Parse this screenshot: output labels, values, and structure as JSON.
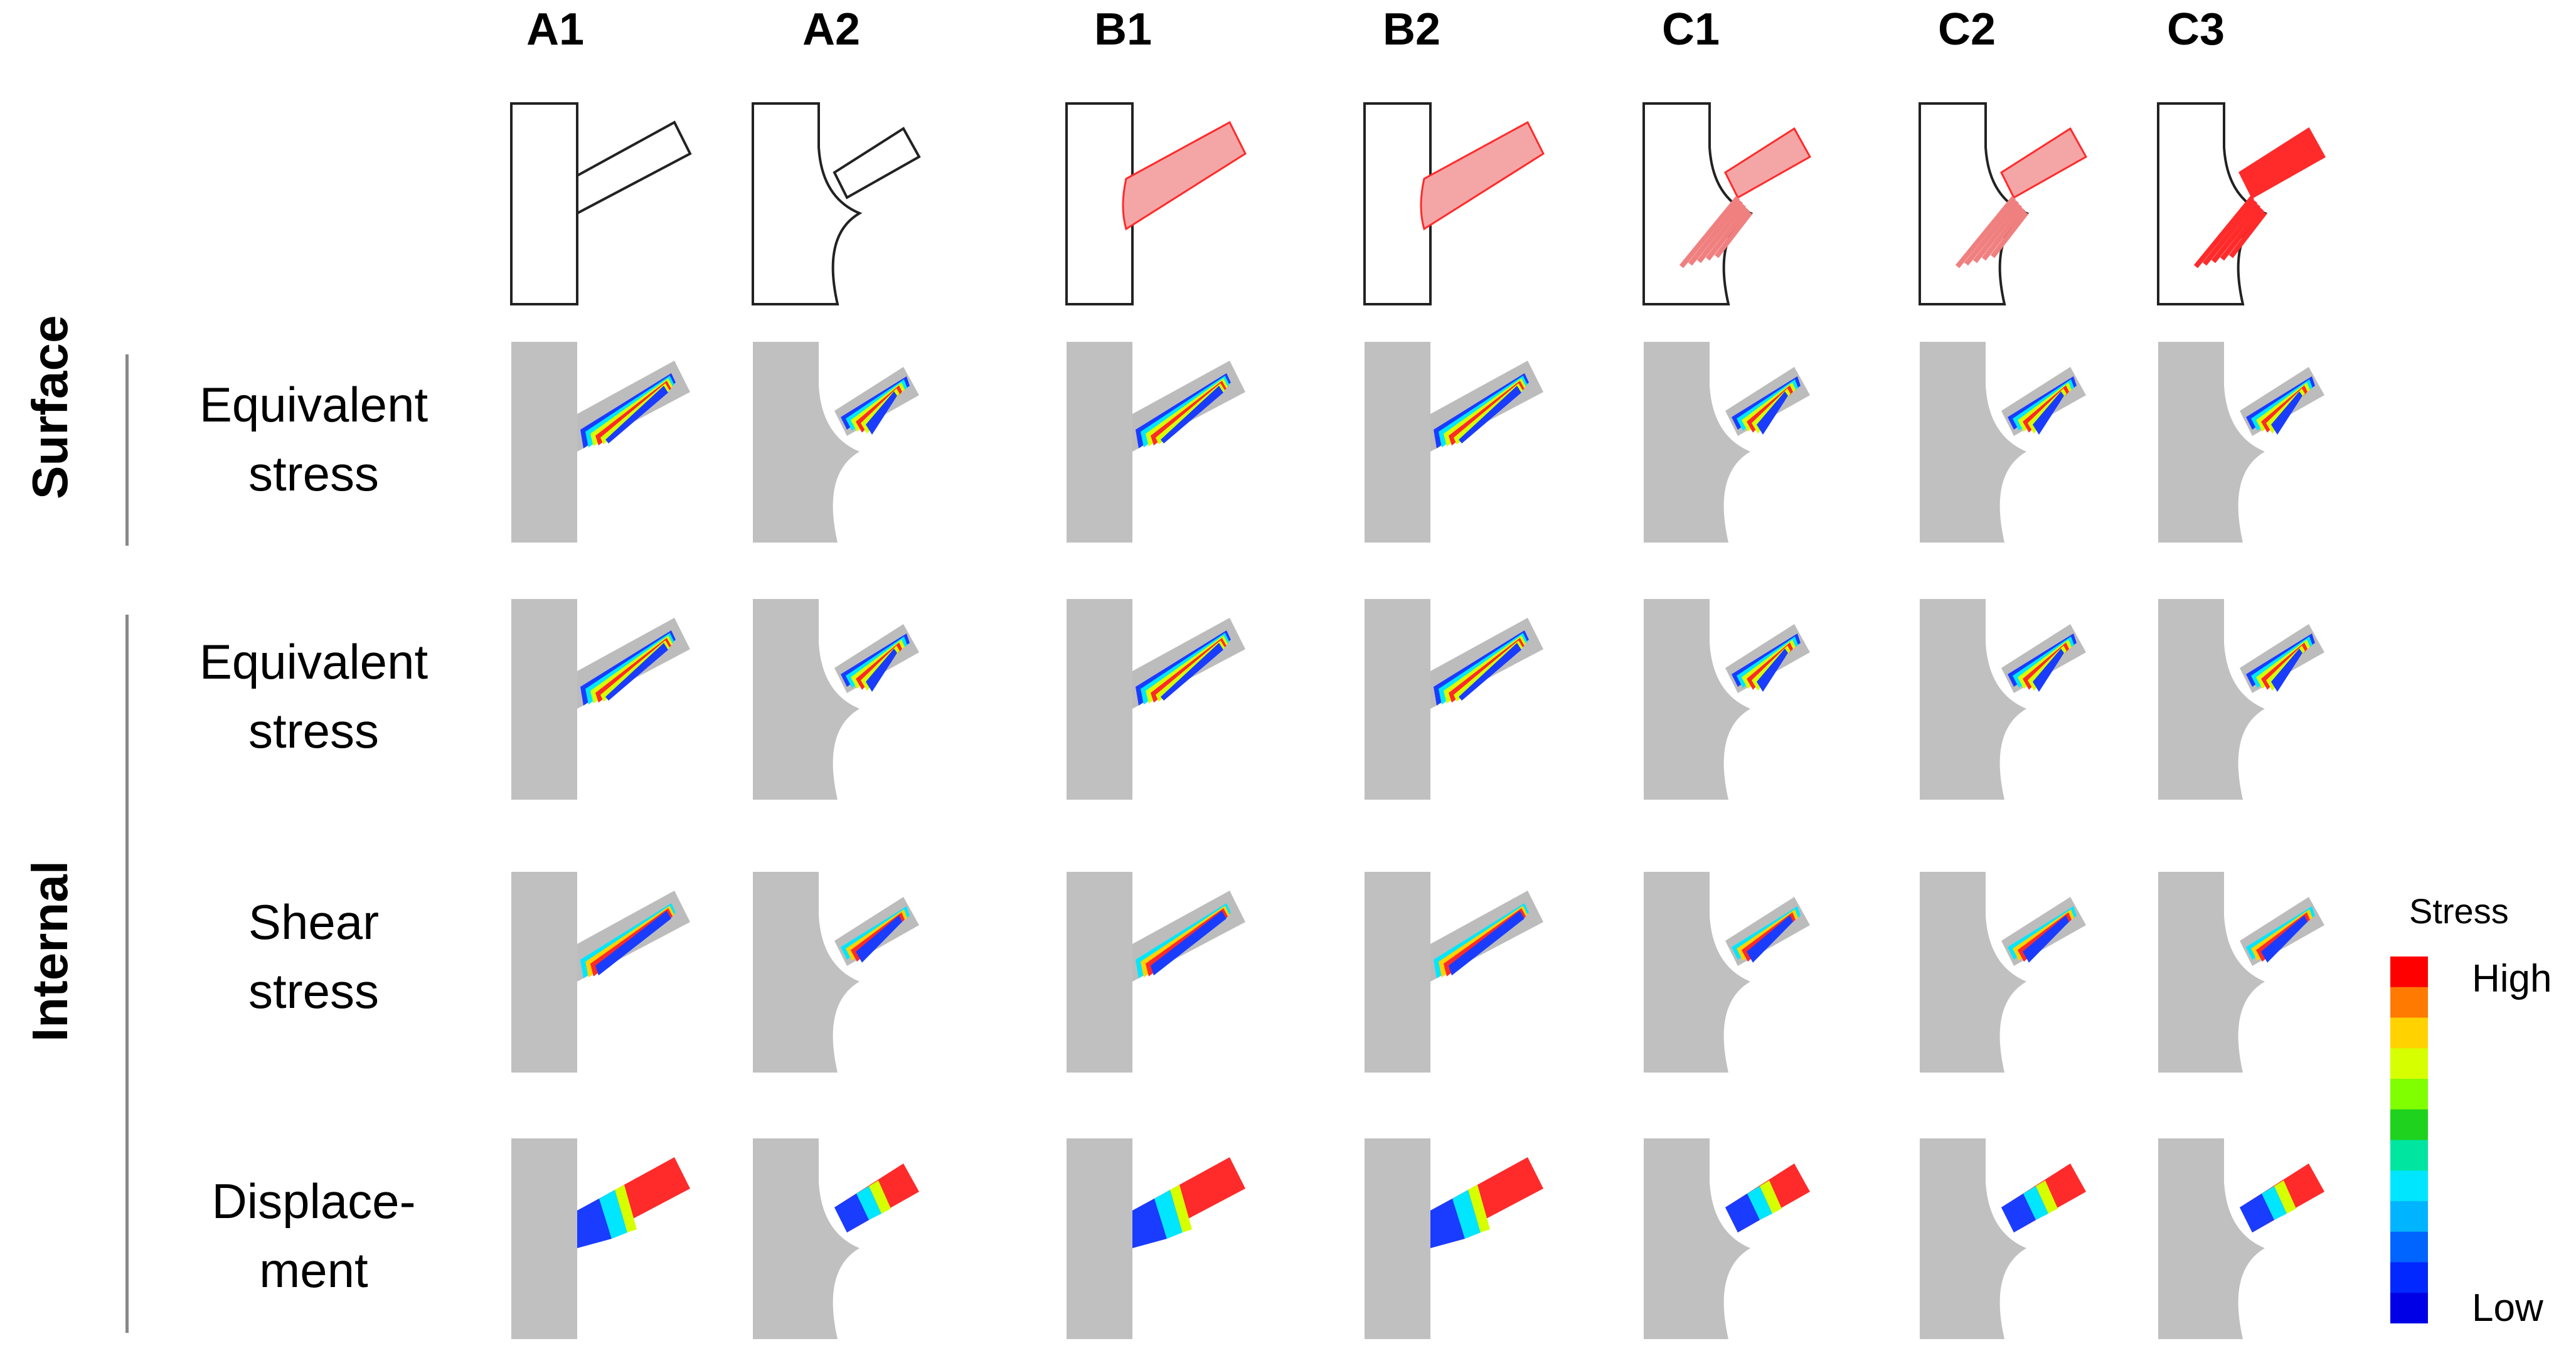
{
  "columns": [
    "A1",
    "A2",
    "B1",
    "B2",
    "C1",
    "C2",
    "C3"
  ],
  "groups": {
    "surface": "Surface",
    "internal": "Internal"
  },
  "rows": [
    {
      "id": "surface-equivalent",
      "line1": "Equivalent",
      "line2": "stress"
    },
    {
      "id": "internal-equivalent",
      "line1": "Equivalent",
      "line2": "stress"
    },
    {
      "id": "internal-shear",
      "line1": "Shear",
      "line2": "stress"
    },
    {
      "id": "internal-displacement",
      "line1": "Displace-",
      "line2": "ment"
    }
  ],
  "legend": {
    "title": "Stress",
    "high": "High",
    "low": "Low",
    "colors": [
      "#ff0000",
      "#ff7a00",
      "#ffd200",
      "#d6ff00",
      "#80ff00",
      "#1ed21e",
      "#00e6a0",
      "#00e6ff",
      "#00b4ff",
      "#0064ff",
      "#0028ff",
      "#0000e6"
    ]
  },
  "colors": {
    "grey": "#c0c0c0",
    "outline": "#222222",
    "pink": "#f4a6a6",
    "red": "#ff2a2a",
    "blue": "#1a3cff"
  }
}
